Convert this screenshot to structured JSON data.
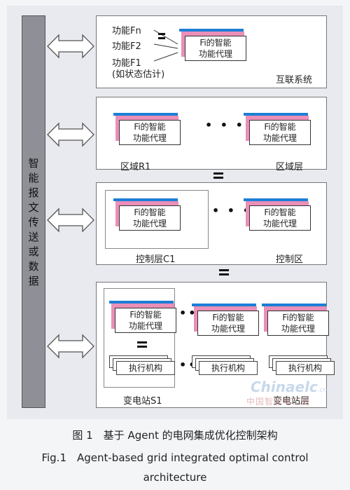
{
  "bus_label": "智能报文传送或数据",
  "panel1": {
    "func_n": "功能Fn",
    "func_2": "功能F2",
    "func_1": "功能F1",
    "func_1_note": "(如状态估计)",
    "agent": "Fi的智能功能代理",
    "title": "互联系统"
  },
  "panel2": {
    "agent_left": "Fi的智能功能代理",
    "agent_right": "Fi的智能功能代理",
    "region_label": "区域R1",
    "title": "区域层"
  },
  "panel3": {
    "agent_left": "Fi的智能功能代理",
    "agent_right": "Fi的智能功能代理",
    "layer_label": "控制层C1",
    "title": "控制区"
  },
  "panel4": {
    "agent_1": "Fi的智能功能代理",
    "agent_2": "Fi的智能功能代理",
    "agent_3": "Fi的智能功能代理",
    "exec_1": "执行机构",
    "exec_2": "执行机构",
    "exec_3": "执行机构",
    "station_label": "变电站S1",
    "title": "变电站层"
  },
  "watermark": {
    "line1": "Chinaelc",
    "line2": "中国智能电工网",
    "domain": ".cn"
  },
  "caption": {
    "zh": "图 1　基于 Agent 的电网集成优化控制架构",
    "en1": "Fig.1　Agent-based grid integrated optimal control",
    "en2": "architecture"
  }
}
